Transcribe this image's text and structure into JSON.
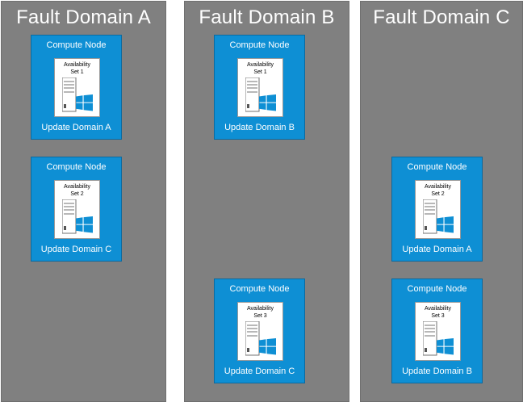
{
  "diagram": {
    "domains": [
      {
        "title": "Fault Domain A",
        "nodes": [
          {
            "title": "Compute Node",
            "availability": "Availability",
            "set": "Set 1",
            "update_domain": "Update Domain A"
          },
          {
            "title": "Compute Node",
            "availability": "Availability",
            "set": "Set 2",
            "update_domain": "Update Domain C"
          }
        ]
      },
      {
        "title": "Fault Domain B",
        "nodes": [
          {
            "title": "Compute Node",
            "availability": "Availability",
            "set": "Set 1",
            "update_domain": "Update Domain B"
          },
          {
            "title": "Compute Node",
            "availability": "Availability",
            "set": "Set 3",
            "update_domain": "Update Domain C"
          }
        ]
      },
      {
        "title": "Fault Domain C",
        "nodes": [
          {
            "title": "Compute Node",
            "availability": "Availability",
            "set": "Set 2",
            "update_domain": "Update Domain A"
          },
          {
            "title": "Compute Node",
            "availability": "Availability",
            "set": "Set 3",
            "update_domain": "Update Domain B"
          }
        ]
      }
    ],
    "icons": {
      "server": "server-tower-icon",
      "windows": "windows-logo-icon"
    },
    "colors": {
      "domain_bg": "#808080",
      "node_bg": "#0e8fd4",
      "windows": "#0e8fd4"
    }
  }
}
